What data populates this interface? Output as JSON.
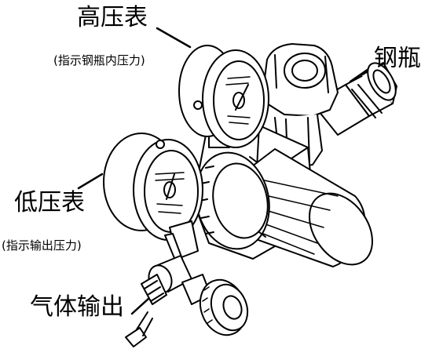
{
  "labels": {
    "high_gauge": "高压表",
    "high_gauge_note": "(指示钢瓶内压力)",
    "cylinder": "钢瓶",
    "low_gauge": "低压表",
    "low_gauge_note": "(指示输出压力)",
    "gas_output": "气体输出"
  },
  "colors": {
    "line": "#000000",
    "fill": "#ffffff"
  }
}
